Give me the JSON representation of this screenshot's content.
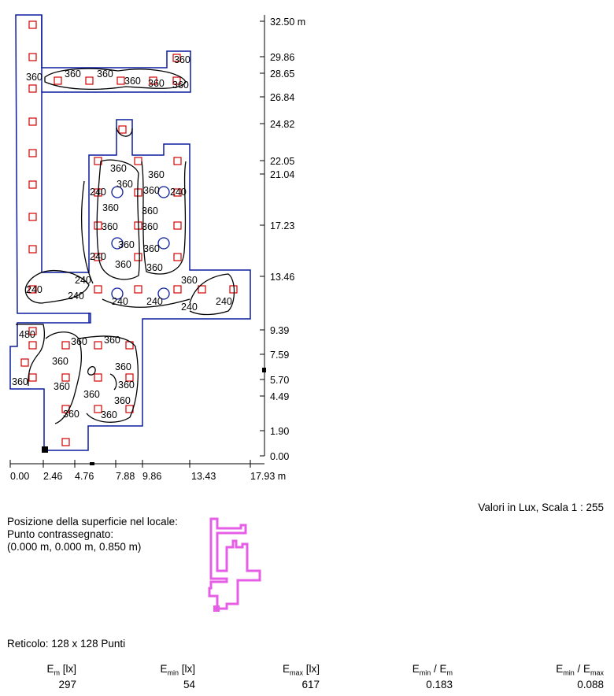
{
  "plan": {
    "y_axis_labels": [
      "32.50 m",
      "29.86",
      "28.65",
      "26.84",
      "24.82",
      "22.05",
      "21.04",
      "17.23",
      "13.46",
      "9.39",
      "7.59",
      "5.70",
      "4.49",
      "1.90",
      "0.00"
    ],
    "x_axis_labels": [
      "0.00",
      "2.46",
      "4.76",
      "7.88",
      "9.86",
      "13.43",
      "17.93 m"
    ],
    "contour_labels": {
      "c360": "360",
      "c240": "240",
      "c480": "480"
    }
  },
  "scale_text": "Valori in Lux, Scala 1 : 255",
  "position": {
    "line1": "Posizione della superficie nel locale:",
    "line2": "Punto contrassegnato:",
    "line3": "(0.000 m, 0.000 m, 0.850 m)"
  },
  "grid_text": "Reticolo: 128 x 128 Punti",
  "stats": {
    "em_label": "E",
    "em_sub": "m",
    "em_unit": " [lx]",
    "em_value": "297",
    "emin_label": "E",
    "emin_sub": "min",
    "emin_unit": " [lx]",
    "emin_value": "54",
    "emax_label": "E",
    "emax_sub": "max",
    "emax_unit": " [lx]",
    "emax_value": "617",
    "ratio1_a": "E",
    "ratio1_a_sub": "min",
    "ratio1_sep": " / E",
    "ratio1_b_sub": "m",
    "ratio1_value": "0.183",
    "ratio2_a": "E",
    "ratio2_a_sub": "min",
    "ratio2_sep": " / E",
    "ratio2_b_sub": "max",
    "ratio2_value": "0.088"
  },
  "colors": {
    "outline": "#0b1c9e",
    "luminaire": "#d40000",
    "contour": "#000000",
    "minimap": "#e65ee6"
  }
}
